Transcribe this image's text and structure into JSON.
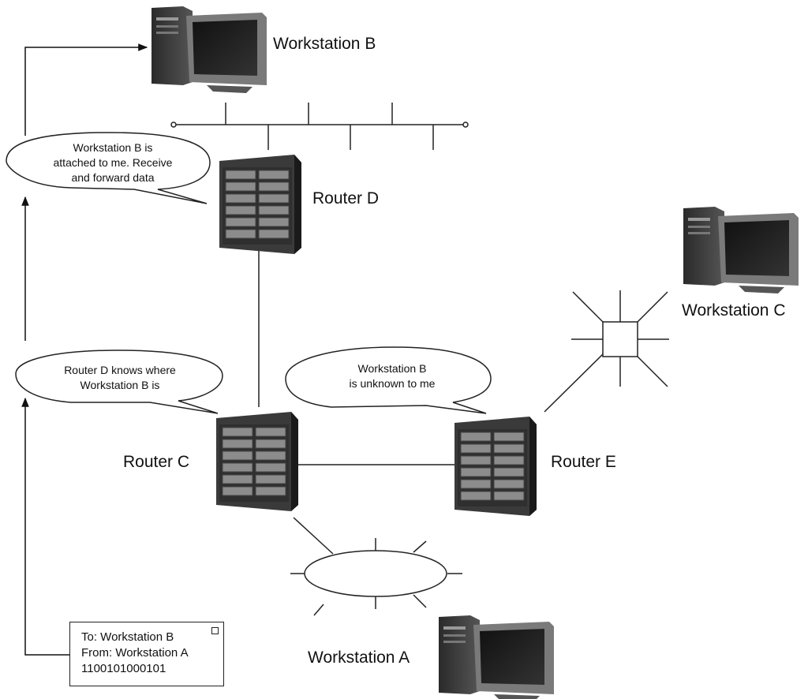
{
  "labels": {
    "workstation_b": "Workstation B",
    "workstation_c": "Workstation C",
    "workstation_a": "Workstation A",
    "router_c": "Router C",
    "router_d": "Router D",
    "router_e": "Router E"
  },
  "bubbles": {
    "router_d": "Workstation B is\nattached to me. Receive\nand forward data",
    "router_c": "Router D knows where\nWorkstation B is",
    "router_e": "Workstation B\nis unknown to me"
  },
  "packet": {
    "to": "To: Workstation B",
    "from": "From: Workstation A",
    "bits": "1100101000101"
  }
}
